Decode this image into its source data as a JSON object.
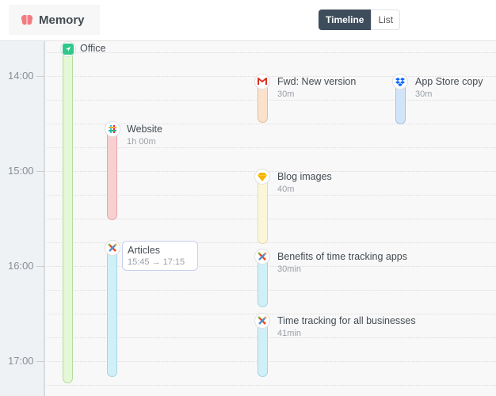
{
  "app": {
    "name": "Memory",
    "icon": "brain-icon",
    "accent": "#f07c82"
  },
  "view_toggle": {
    "options": [
      "Timeline",
      "List"
    ],
    "selected": "Timeline"
  },
  "timeline": {
    "hours": [
      "14:00",
      "15:00",
      "16:00",
      "17:00"
    ],
    "events": [
      {
        "title": "Office",
        "duration": "",
        "icon": "location-arrow-icon",
        "color": "#e4f8d6",
        "border": "#b8dba0"
      },
      {
        "title": "Website",
        "duration": "1h 00m",
        "icon": "slack-icon",
        "color": "#f8d0d0",
        "border": "#e2a8aa"
      },
      {
        "title": "Articles",
        "duration": "15:45 → 17:15",
        "icon": "joomla-icon",
        "color": "#d0f0f8",
        "border": "#a6d3e2"
      },
      {
        "title": "Fwd: New version",
        "duration": "30m",
        "icon": "gmail-icon",
        "color": "#fbe2cc",
        "border": "#e2bc9c"
      },
      {
        "title": "App Store copy",
        "duration": "30m",
        "icon": "dropbox-icon",
        "color": "#d2e4f8",
        "border": "#a8c2e2"
      },
      {
        "title": "Blog images",
        "duration": "40m",
        "icon": "sketch-icon",
        "color": "#fcf6d8",
        "border": "#e6dcaa"
      },
      {
        "title": "Benefits of time tracking apps",
        "duration": "30min",
        "icon": "joomla-icon",
        "color": "#d0f0f8",
        "border": "#a6d3e2"
      },
      {
        "title": "Time tracking for all businesses",
        "duration": "41min",
        "icon": "joomla-icon",
        "color": "#d0f0f8",
        "border": "#a6d3e2"
      }
    ]
  }
}
